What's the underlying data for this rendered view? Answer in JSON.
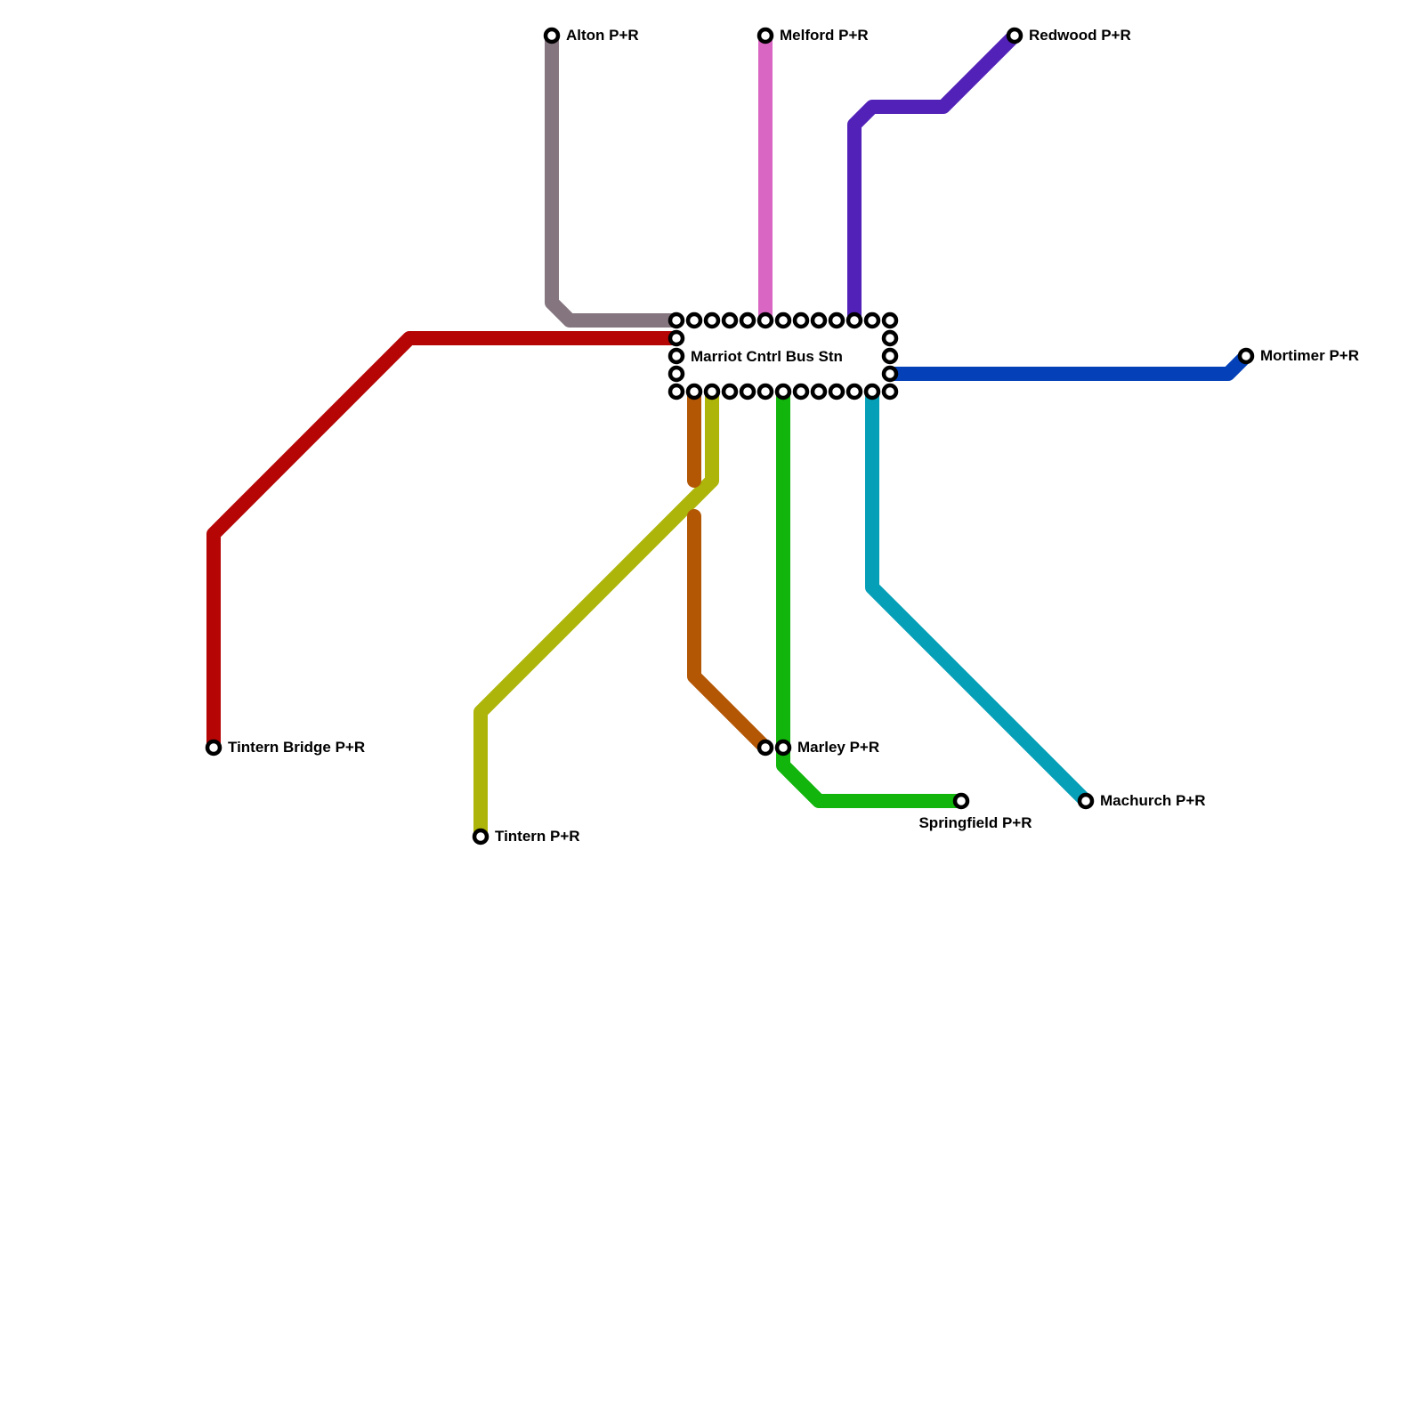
{
  "map": {
    "hub": {
      "name": "Marriot Cntrl Bus Stn"
    },
    "routes": [
      {
        "id": "grey",
        "color": "#85757f",
        "terminus": "Alton P+R"
      },
      {
        "id": "pink",
        "color": "#d966c3",
        "terminus": "Melford P+R"
      },
      {
        "id": "purple",
        "color": "#5221b8",
        "terminus": "Redwood P+R"
      },
      {
        "id": "blue",
        "color": "#0440b8",
        "terminus": "Mortimer P+R"
      },
      {
        "id": "red",
        "color": "#b50505",
        "terminus": "Tintern Bridge P+R"
      },
      {
        "id": "olive",
        "color": "#adb50a",
        "terminus": "Tintern P+R"
      },
      {
        "id": "brown",
        "color": "#b35705",
        "terminus": "Marley P+R"
      },
      {
        "id": "green",
        "color": "#11b50b",
        "terminus": "Springfield P+R"
      },
      {
        "id": "teal",
        "color": "#05a0b8",
        "terminus": "Machurch P+R"
      }
    ],
    "stations": {
      "alton": "Alton P+R",
      "melford": "Melford P+R",
      "redwood": "Redwood P+R",
      "mortimer": "Mortimer P+R",
      "tintern_bridge": "Tintern Bridge P+R",
      "tintern": "Tintern P+R",
      "marley": "Marley P+R",
      "springfield": "Springfield P+R",
      "machurch": "Machurch P+R"
    }
  }
}
